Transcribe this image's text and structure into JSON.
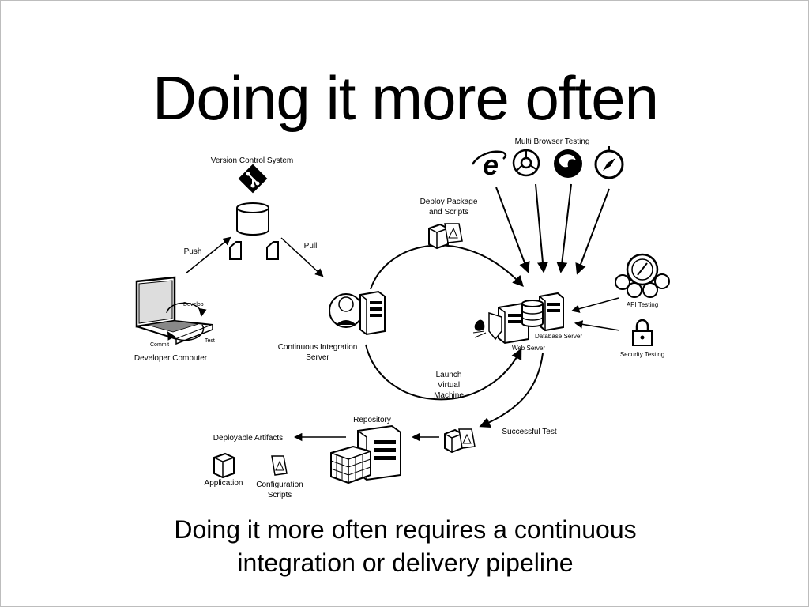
{
  "slide": {
    "title": "Doing it more often",
    "caption_line1": "Doing it more often requires a continuous",
    "caption_line2": "integration or delivery pipeline"
  },
  "diagram": {
    "version_control": "Version Control System",
    "push": "Push",
    "pull": "Pull",
    "developer_computer": "Developer Computer",
    "develop": "Develop",
    "commit": "Commit",
    "test": "Test",
    "ci_server_line1": "Continuous Integration",
    "ci_server_line2": "Server",
    "deploy_line1": "Deploy Package",
    "deploy_line2": "and Scripts",
    "multi_browser": "Multi Browser Testing",
    "api_testing": "API Testing",
    "security_testing": "Security Testing",
    "database_server": "Database Server",
    "web_server": "Web Server",
    "launch_line1": "Launch",
    "launch_line2": "Virtual",
    "launch_line3": "Machine",
    "successful_test": "Successful Test",
    "repository": "Repository",
    "deployable_artifacts": "Deployable Artifacts",
    "application": "Application",
    "config_line1": "Configuration",
    "config_line2": "Scripts"
  }
}
